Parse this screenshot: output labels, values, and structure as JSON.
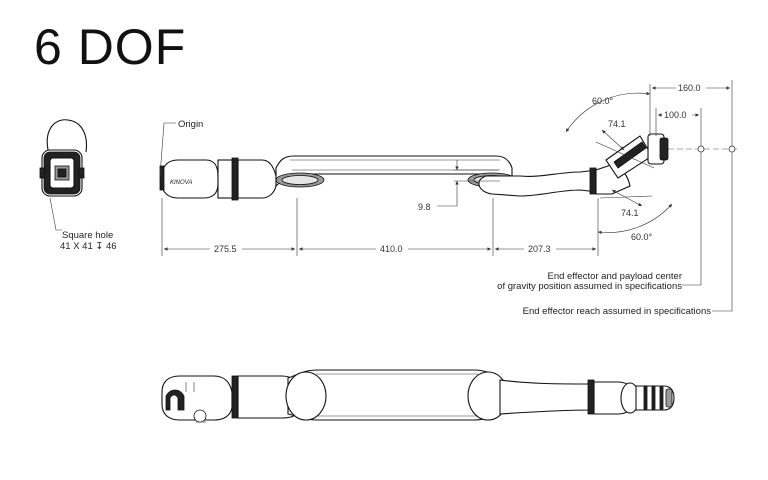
{
  "title": "6 DOF",
  "labels": {
    "origin": "Origin",
    "square_hole_1": "Square hole",
    "square_hole_2": "41 X 41 ↧ 46",
    "payload_note_1": "End effector and payload center",
    "payload_note_2": "of gravity position assumed in specifications",
    "reach_note": "End effector reach assumed in specifications",
    "logo": "KINOVA"
  },
  "dimensions": {
    "d1": "275.5",
    "d2": "410.0",
    "d3": "207.3",
    "offset": "9.8",
    "wrist_upper": "74.1",
    "wrist_lower": "74.1",
    "angle_upper": "60.0°",
    "angle_lower": "60.0°",
    "payload_dist": "100.0",
    "reach_dist": "160.0"
  }
}
